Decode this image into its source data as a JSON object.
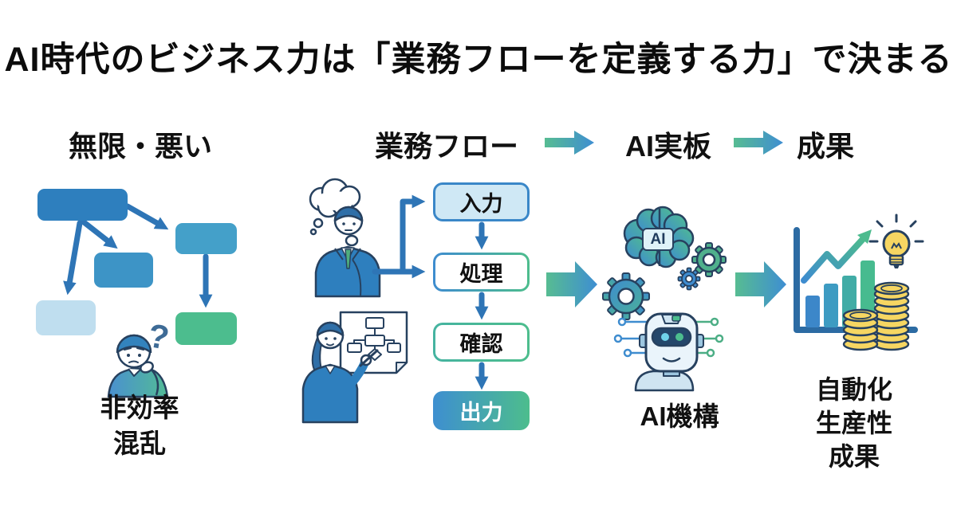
{
  "title": "AI時代のビジネス力は「業務フローを定義する力」で決まる",
  "columns": {
    "chaos": {
      "label": "無限・悪い",
      "caption": [
        "非効率",
        "混乱"
      ],
      "question_mark": "?"
    },
    "flow": {
      "label": "業務フロー",
      "steps": [
        "入力",
        "処理",
        "確認",
        "出力"
      ]
    },
    "ai": {
      "label": "AI実板",
      "brain_label": "AI",
      "caption": "AI機構"
    },
    "result": {
      "label": "成果",
      "caption": [
        "自動化",
        "生産性",
        "成果"
      ]
    }
  },
  "icons": {
    "chaos": [
      "chaos-flowchart-icon",
      "confused-person-icon",
      "question-mark-icon"
    ],
    "flow": [
      "thinking-person-icon",
      "flowchart-paper-person-icon"
    ],
    "ai": [
      "ai-brain-icon",
      "gear-icon",
      "ai-robot-icon"
    ],
    "result": [
      "growth-chart-icon",
      "light-bulb-icon",
      "coin-stacks-icon"
    ],
    "connectors": [
      "right-arrow-icon"
    ]
  },
  "colors": {
    "box_blue": "#2E7FBE",
    "box_teal": "#3D94C6",
    "box_teal2": "#44A0C9",
    "box_light_blue": "#BFDEEF",
    "box_green": "#4CBD8E",
    "arrow_blue": "#2E75B6",
    "gradient_green": "#57BC92",
    "gradient_blue": "#3E8ED2",
    "outline_navy": "#27415F",
    "coin_yellow": "#F6D662",
    "text": "#111111",
    "background": "#FFFFFF"
  }
}
